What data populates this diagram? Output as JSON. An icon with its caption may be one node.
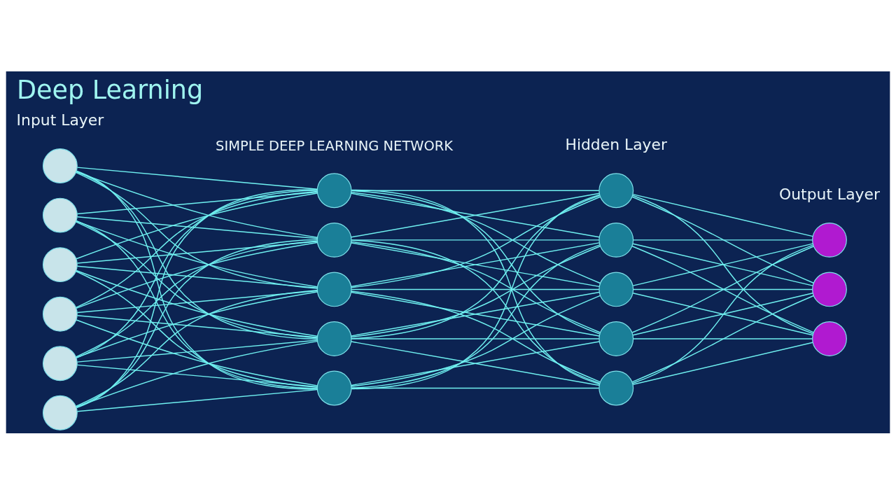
{
  "diagram": {
    "title": "Deep Learning",
    "nodes": [
      {
        "text": [],
        "shape": "circle"
      },
      {
        "text": [],
        "shape": "circle"
      },
      {
        "text": [],
        "shape": "circle"
      },
      {
        "text": [],
        "shape": "circle"
      },
      {
        "text": [],
        "shape": "circle"
      },
      {
        "text": [],
        "shape": "circle"
      },
      {
        "text": [],
        "shape": "circle"
      },
      {
        "text": [],
        "shape": "circle"
      },
      {
        "text": [],
        "shape": "circle"
      },
      {
        "text": [],
        "shape": "circle"
      },
      {
        "text": [],
        "shape": "circle"
      },
      {
        "text": [],
        "shape": "circle"
      },
      {
        "text": [],
        "shape": "circle"
      },
      {
        "text": [],
        "shape": "circle"
      },
      {
        "text": [],
        "shape": "circle"
      },
      {
        "text": [],
        "shape": "circle"
      },
      {
        "text": [],
        "shape": "circle"
      },
      {
        "text": [],
        "shape": "circle"
      },
      {
        "text": [],
        "shape": "circle"
      }
    ],
    "edges": [
      {
        "from": 0,
        "to": 6,
        "arrow": "none"
      },
      {
        "from": 0,
        "to": 7,
        "arrow": "none"
      },
      {
        "from": 0,
        "to": 8,
        "arrow": "none"
      },
      {
        "from": 0,
        "to": 9,
        "arrow": "none"
      },
      {
        "from": 0,
        "to": 10,
        "arrow": "none"
      },
      {
        "from": 1,
        "to": 6,
        "arrow": "none"
      },
      {
        "from": 1,
        "to": 7,
        "arrow": "none"
      },
      {
        "from": 1,
        "to": 8,
        "arrow": "none"
      },
      {
        "from": 1,
        "to": 9,
        "arrow": "none"
      },
      {
        "from": 1,
        "to": 10,
        "arrow": "none"
      },
      {
        "from": 2,
        "to": 6,
        "arrow": "none"
      },
      {
        "from": 2,
        "to": 7,
        "arrow": "none"
      },
      {
        "from": 2,
        "to": 8,
        "arrow": "none"
      },
      {
        "from": 2,
        "to": 9,
        "arrow": "none"
      },
      {
        "from": 2,
        "to": 10,
        "arrow": "none"
      },
      {
        "from": 3,
        "to": 6,
        "arrow": "none"
      },
      {
        "from": 3,
        "to": 7,
        "arrow": "none"
      },
      {
        "from": 3,
        "to": 8,
        "arrow": "none"
      },
      {
        "from": 3,
        "to": 9,
        "arrow": "none"
      },
      {
        "from": 3,
        "to": 10,
        "arrow": "none"
      },
      {
        "from": 4,
        "to": 6,
        "arrow": "none"
      },
      {
        "from": 4,
        "to": 7,
        "arrow": "none"
      },
      {
        "from": 4,
        "to": 8,
        "arrow": "none"
      },
      {
        "from": 4,
        "to": 9,
        "arrow": "none"
      },
      {
        "from": 4,
        "to": 10,
        "arrow": "none"
      },
      {
        "from": 5,
        "to": 6,
        "arrow": "none"
      },
      {
        "from": 5,
        "to": 7,
        "arrow": "none"
      },
      {
        "from": 5,
        "to": 8,
        "arrow": "none"
      },
      {
        "from": 5,
        "to": 9,
        "arrow": "none"
      },
      {
        "from": 5,
        "to": 10,
        "arrow": "none"
      },
      {
        "from": 6,
        "to": 11,
        "arrow": "none"
      },
      {
        "from": 6,
        "to": 12,
        "arrow": "none"
      },
      {
        "from": 6,
        "to": 13,
        "arrow": "none"
      },
      {
        "from": 6,
        "to": 14,
        "arrow": "none"
      },
      {
        "from": 6,
        "to": 15,
        "arrow": "none"
      },
      {
        "from": 7,
        "to": 11,
        "arrow": "none"
      },
      {
        "from": 7,
        "to": 12,
        "arrow": "none"
      },
      {
        "from": 7,
        "to": 13,
        "arrow": "none"
      },
      {
        "from": 7,
        "to": 14,
        "arrow": "none"
      },
      {
        "from": 7,
        "to": 15,
        "arrow": "none"
      },
      {
        "from": 8,
        "to": 11,
        "arrow": "none"
      },
      {
        "from": 8,
        "to": 12,
        "arrow": "none"
      },
      {
        "from": 8,
        "to": 13,
        "arrow": "none"
      },
      {
        "from": 8,
        "to": 14,
        "arrow": "none"
      },
      {
        "from": 8,
        "to": 15,
        "arrow": "none"
      },
      {
        "from": 9,
        "to": 11,
        "arrow": "none"
      },
      {
        "from": 9,
        "to": 12,
        "arrow": "none"
      },
      {
        "from": 9,
        "to": 13,
        "arrow": "none"
      },
      {
        "from": 9,
        "to": 14,
        "arrow": "none"
      },
      {
        "from": 9,
        "to": 15,
        "arrow": "none"
      },
      {
        "from": 10,
        "to": 11,
        "arrow": "none"
      },
      {
        "from": 10,
        "to": 12,
        "arrow": "none"
      },
      {
        "from": 10,
        "to": 13,
        "arrow": "none"
      },
      {
        "from": 10,
        "to": 14,
        "arrow": "none"
      },
      {
        "from": 10,
        "to": 15,
        "arrow": "none"
      },
      {
        "from": 11,
        "to": 16,
        "arrow": "none"
      },
      {
        "from": 11,
        "to": 17,
        "arrow": "none"
      },
      {
        "from": 11,
        "to": 18,
        "arrow": "none"
      },
      {
        "from": 12,
        "to": 16,
        "arrow": "none"
      },
      {
        "from": 12,
        "to": 17,
        "arrow": "none"
      },
      {
        "from": 12,
        "to": 18,
        "arrow": "none"
      },
      {
        "from": 13,
        "to": 16,
        "arrow": "none"
      },
      {
        "from": 13,
        "to": 17,
        "arrow": "none"
      },
      {
        "from": 13,
        "to": 18,
        "arrow": "none"
      },
      {
        "from": 14,
        "to": 16,
        "arrow": "none"
      },
      {
        "from": 14,
        "to": 17,
        "arrow": "none"
      },
      {
        "from": 14,
        "to": 18,
        "arrow": "none"
      },
      {
        "from": 15,
        "to": 16,
        "arrow": "none"
      },
      {
        "from": 15,
        "to": 17,
        "arrow": "none"
      },
      {
        "from": 15,
        "to": 18,
        "arrow": "none"
      }
    ],
    "labels": [
      "SIMPLE DEEP LEARNING NETWORK",
      "Input Layer",
      "Hidden Layer",
      "Output Layer"
    ]
  }
}
